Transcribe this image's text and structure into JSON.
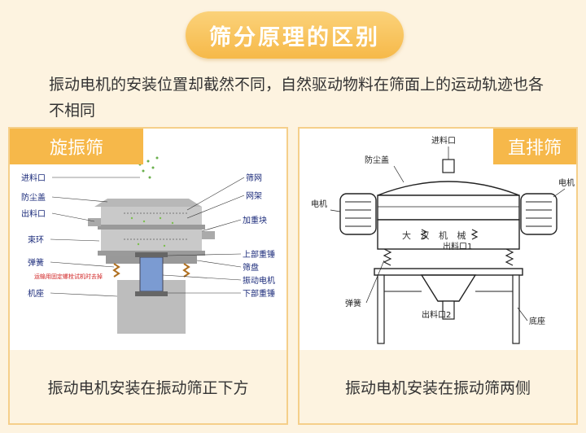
{
  "header": {
    "title": "筛分原理的区别"
  },
  "intro": {
    "text": "振动电机的安装位置却截然不同，自然驱动物料在筛面上的运动轨迹也各不相同"
  },
  "left_panel": {
    "tag": "旋振筛",
    "labels": {
      "inlet": "进料口",
      "dust_cover": "防尘盖",
      "outlet": "出料口",
      "clamp_ring": "束环",
      "spring": "弹簧",
      "warning": "运输用固定螺栓试机时去掉",
      "base": "机座",
      "screen_mesh": "筛网",
      "screen_frame": "网架",
      "weight_block": "加重块",
      "upper_hammer": "上部重锤",
      "screen_plate": "筛盘",
      "motor": "振动电机",
      "lower_hammer": "下部重锤"
    },
    "caption": "振动电机安装在振动筛正下方"
  },
  "right_panel": {
    "tag": "直排筛",
    "labels": {
      "inlet": "进料口",
      "dust_cover": "防尘盖",
      "motor_left": "电机",
      "motor_right": "电机",
      "outlet1": "出料口1",
      "outlet2": "出料口2",
      "spring": "弹簧",
      "base": "底座",
      "brand": "大 汉 机 械"
    },
    "caption": "振动电机安装在振动筛两侧"
  }
}
